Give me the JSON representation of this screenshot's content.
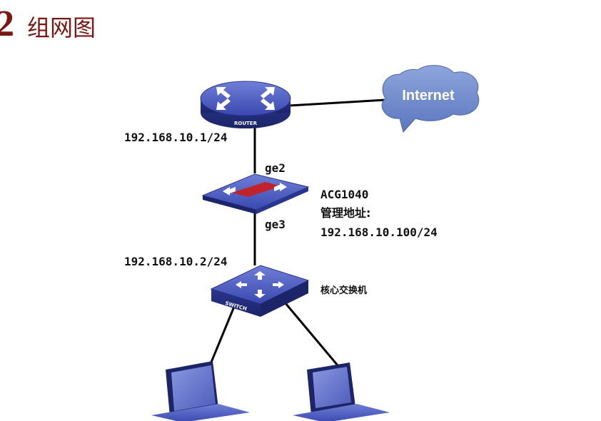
{
  "heading": {
    "number": "2",
    "title": "组网图"
  },
  "internet": {
    "label": "Internet"
  },
  "router": {
    "label": "ROUTER",
    "ip": "192.168.10.1/24"
  },
  "firewall": {
    "port_upper": "ge2",
    "port_lower": "ge3",
    "model": "ACG1040",
    "mgmt_label": "管理地址:",
    "mgmt_ip": "192.168.10.100/24"
  },
  "switch": {
    "label": "SWITCH",
    "ip": "192.168.10.2/24",
    "name": "核心交换机"
  },
  "colors": {
    "heading": "#7a1712",
    "device_blue": "#2f3d9c",
    "cloud_blue": "#6a88c8",
    "firewall_red": "#c0232a",
    "link": "#000000"
  },
  "icons": [
    "router-icon",
    "cloud-icon",
    "firewall-icon",
    "switch-icon",
    "computer-icon"
  ]
}
